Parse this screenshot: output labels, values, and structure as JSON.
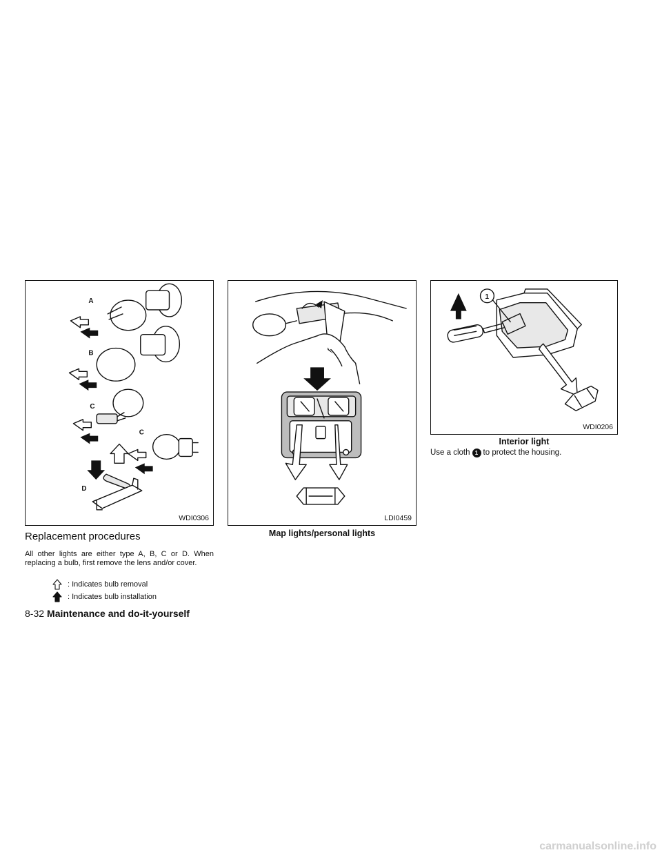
{
  "figures": {
    "bulb_types": {
      "code": "WDI0306",
      "labels": {
        "a": "A",
        "b": "B",
        "c1": "C",
        "c2": "C",
        "d": "D"
      }
    },
    "map_lights": {
      "code": "LDI0459",
      "caption": "Map lights/personal lights"
    },
    "interior_light": {
      "code": "WDI0206",
      "caption": "Interior light",
      "callout": "1"
    }
  },
  "section": {
    "heading": "Replacement procedures",
    "paragraph": "All other lights are either type A, B, C or D. When replacing a bulb, first remove the lens and/or cover.",
    "legend": [
      {
        "icon": "outline-arrow-up-icon",
        "text": ": Indicates bulb removal"
      },
      {
        "icon": "solid-arrow-up-icon",
        "text": ": Indicates bulb installation"
      }
    ]
  },
  "interior_note": {
    "before": "Use a cloth",
    "marker": "1",
    "after": "to protect the housing."
  },
  "footer": {
    "page_number": "8-32",
    "section_title": "Maintenance and do-it-yourself"
  },
  "watermark": "carmanualsonline.info"
}
